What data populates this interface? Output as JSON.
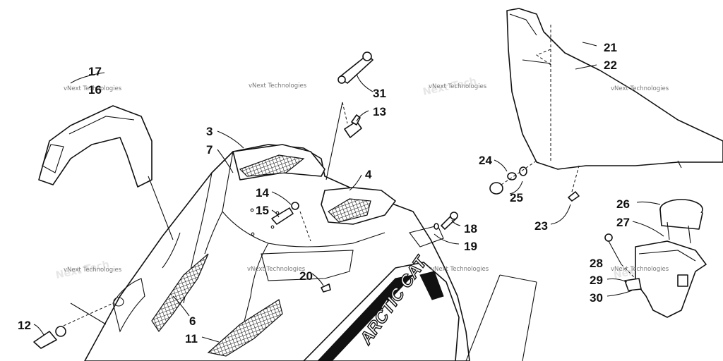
{
  "callouts": [
    "17",
    "16",
    "31",
    "13",
    "21",
    "22",
    "3",
    "7",
    "4",
    "24",
    "25",
    "23",
    "14",
    "15",
    "18",
    "19",
    "26",
    "27",
    "28",
    "29",
    "30",
    "20",
    "6",
    "11",
    "12"
  ],
  "watermark": "vNext Technologies",
  "decal_text": "ARCTIC CAT"
}
